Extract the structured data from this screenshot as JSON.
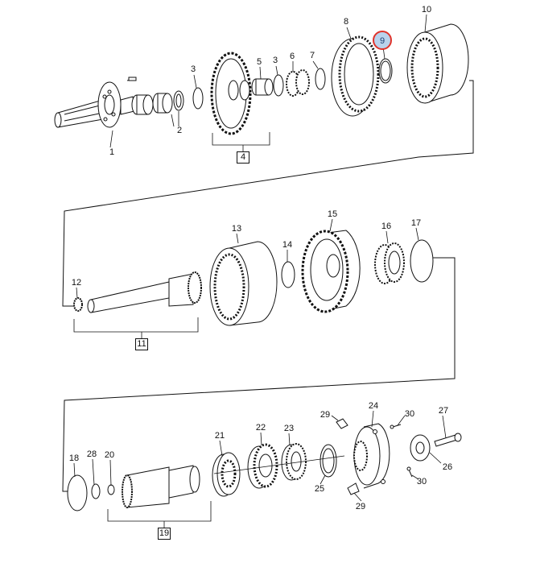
{
  "parts": [
    "1",
    "2",
    "3",
    "5",
    "3",
    "6",
    "7",
    "8",
    "9",
    "10",
    "12",
    "13",
    "14",
    "15",
    "16",
    "17",
    "18",
    "28",
    "20",
    "21",
    "22",
    "23",
    "29",
    "24",
    "30",
    "27",
    "25",
    "26",
    "30",
    "29"
  ],
  "groups": [
    "4",
    "11",
    "19"
  ],
  "highlighted": "9",
  "colors": {
    "highlight_ring": "#e0332b",
    "highlight_fill": "#b9d2ec",
    "line": "#111111"
  }
}
